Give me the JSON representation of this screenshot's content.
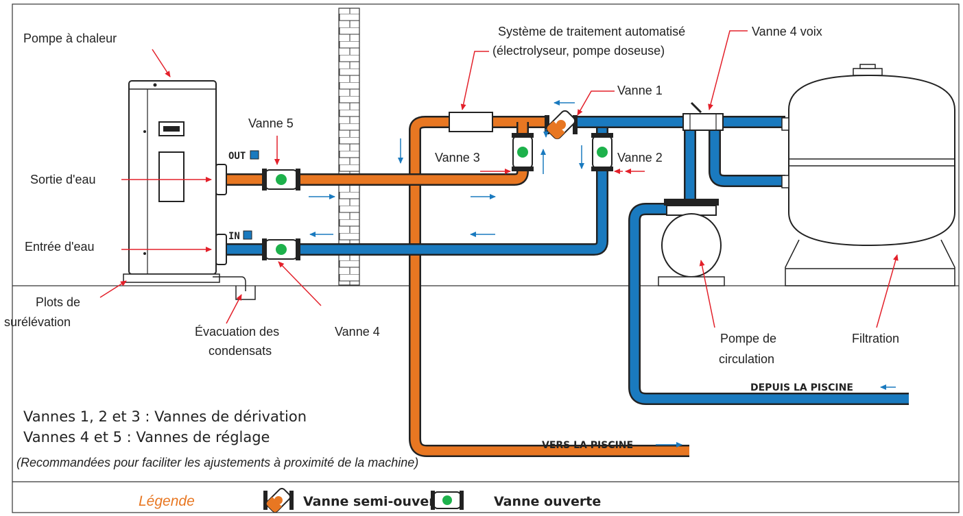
{
  "labels": {
    "heat_pump": "Pompe à chaleur",
    "water_out": "Sortie d'eau",
    "water_in": "Entrée d'eau",
    "feet_line1": "Plots de",
    "feet_line2": "surélévation",
    "condensate_line1": "Évacuation des",
    "condensate_line2": "condensats",
    "valve4": "Vanne 4",
    "valve5": "Vanne 5",
    "valve3": "Vanne 3",
    "valve1": "Vanne 1",
    "valve2": "Vanne 2",
    "treatment_line1": "Système de traitement automatisé",
    "treatment_line2": "(électrolyseur, pompe doseuse)",
    "four_way_valve": "Vanne 4 voix",
    "pump_line1": "Pompe de",
    "pump_line2": "circulation",
    "filtration": "Filtration",
    "from_pool": "DEPUIS LA PISCINE",
    "to_pool": "VERS LA PISCINE",
    "port_out": "OUT",
    "port_in": "IN"
  },
  "notes": {
    "line1": "Vannes 1, 2 et 3 : Vannes de dérivation",
    "line2": "Vannes 4 et 5 : Vannes de réglage",
    "line3": "(Recommandées pour faciliter les ajustements à proximité de la machine)"
  },
  "legend": {
    "title": "Légende",
    "half_open": "Vanne semi-ouverte",
    "open": "Vanne ouverte"
  },
  "colors": {
    "hot_pipe": "#e87722",
    "cold_pipe": "#1a7abf",
    "open_valve": "#1db14b",
    "arrow_red": "#e3202a",
    "arrow_blue": "#1a7abf"
  }
}
